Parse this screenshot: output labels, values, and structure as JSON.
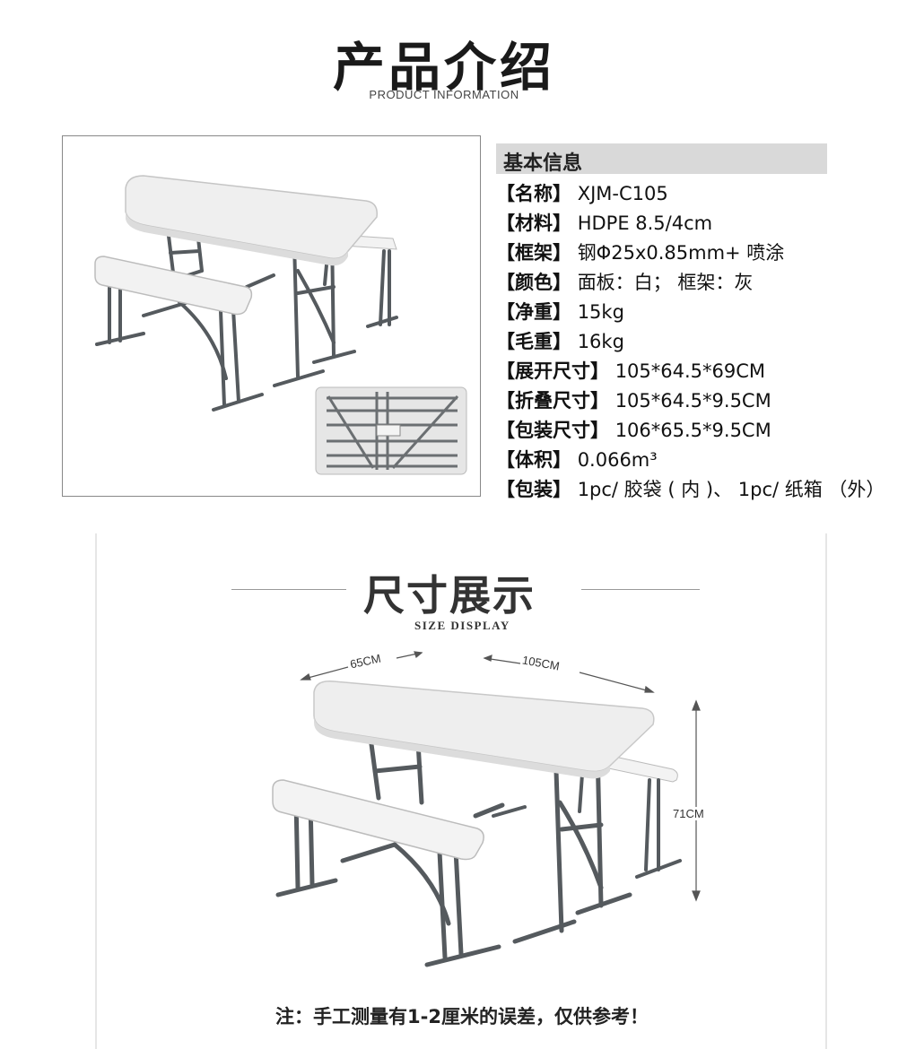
{
  "header": {
    "title_cn": "产品介绍",
    "title_en": "PRODUCT INFORMATION"
  },
  "info": {
    "heading": "基本信息",
    "rows": [
      {
        "key": "【名称】",
        "value": "XJM-C105"
      },
      {
        "key": "【材料】",
        "value": "HDPE 8.5/4cm"
      },
      {
        "key": "【框架】",
        "value": "钢Φ25x0.85mm+ 喷涂"
      },
      {
        "key": "【颜色】",
        "value": "面板：白； 框架：灰"
      },
      {
        "key": "【净重】",
        "value": "15kg"
      },
      {
        "key": "【毛重】",
        "value": "16kg"
      },
      {
        "key": "【展开尺寸】",
        "value": "105*64.5*69CM"
      },
      {
        "key": "【折叠尺寸】",
        "value": "105*64.5*9.5CM"
      },
      {
        "key": "【包装尺寸】",
        "value": "106*65.5*9.5CM"
      },
      {
        "key": "【体积】",
        "value": "0.066m³"
      },
      {
        "key": "【包装】",
        "value": "1pc/ 胶袋 ( 内 )、 1pc/ 纸箱 （外）"
      }
    ]
  },
  "size": {
    "title_cn": "尺寸展示",
    "title_en": "SIZE DISPLAY",
    "width_label": "65CM",
    "length_label": "105CM",
    "height_label": "71CM"
  },
  "note": "注：手工测量有1-2厘米的误差，仅供参考！",
  "colors": {
    "frame": "#555a5e",
    "tabletop": "#eeeeee",
    "heading_bg": "#d9d9d9"
  }
}
